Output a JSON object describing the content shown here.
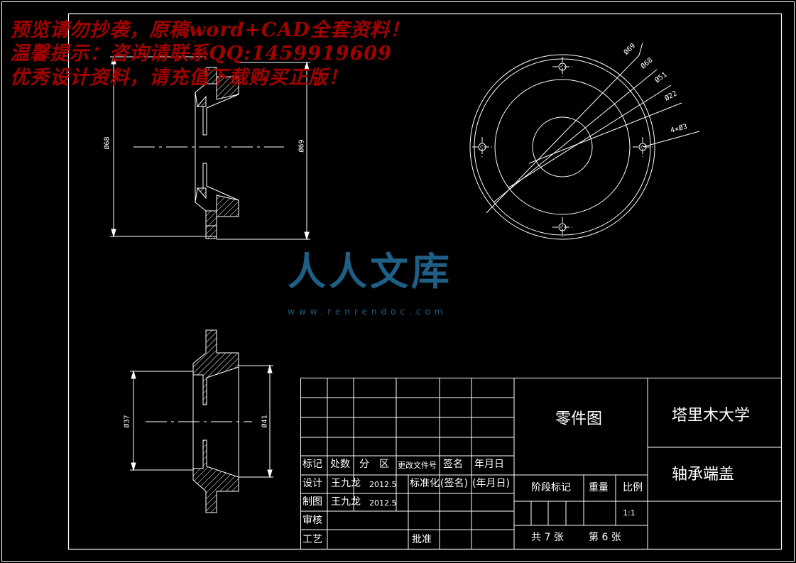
{
  "watermark": {
    "line1": "预览请勿抄袭，原稿word+CAD全套资料！",
    "line2": "温馨提示：咨询请联系QQ:1459919609",
    "line3": "优秀设计资料，请充值下载购买正版！"
  },
  "logo": {
    "text": "人人文库",
    "url": "www.renrendoc.com"
  },
  "dimensions": {
    "top_view_left": "Ø68",
    "top_view_right": "Ø69",
    "bottom_view_left": "Ø37",
    "bottom_view_right": "Ø41",
    "circle_labels": [
      "Ø69",
      "Ø68",
      "Ø51",
      "Ø22",
      "4×Ø3"
    ]
  },
  "title_block": {
    "headers": {
      "mark": "标记",
      "count": "处数",
      "zone": "分　区",
      "change_doc": "更改文件号",
      "signature": "签名",
      "date": "年月日"
    },
    "design_label": "设计",
    "designer": "王九龙",
    "design_date": "2012.5",
    "standardize_label": "标准化",
    "signed": "(签名)",
    "date_placeholder": "(年月日)",
    "draw_label": "制图",
    "drawer": "王九龙",
    "draw_date": "2012.5",
    "review_label": "审核",
    "process_label": "工艺",
    "approve_label": "批准",
    "drawing_type": "零件图",
    "stage_mark": "阶段标记",
    "weight": "重量",
    "scale_label": "比例",
    "scale_value": "1:1",
    "sheets_total": "共 7 张",
    "sheet_no": "第 6 张",
    "university": "塔里木大学",
    "part_name": "轴承端盖"
  }
}
